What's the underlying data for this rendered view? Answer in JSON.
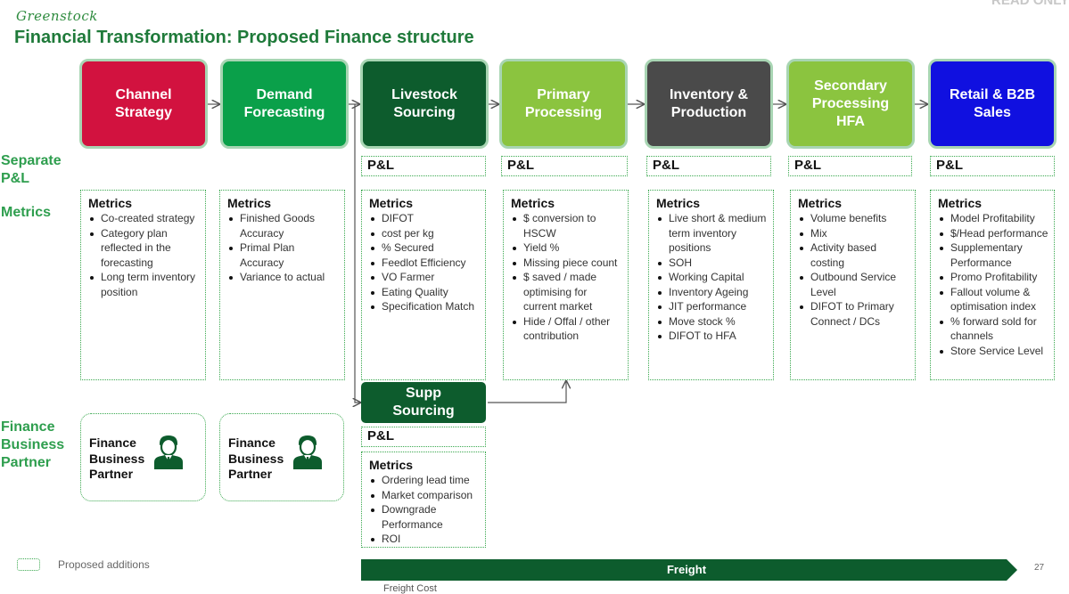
{
  "brand": "Greenstock",
  "readonly": "READ ONLY",
  "title": "Financial Transformation: Proposed Finance structure",
  "row_labels": {
    "separate_pl": "Separate\nP&L",
    "metrics": "Metrics",
    "finance_partner": "Finance\nBusiness\nPartner"
  },
  "colors": {
    "channel": "#d2123f",
    "demand": "#0aa04a",
    "livestock": "#0d5c2d",
    "primary": "#8bc43f",
    "inventory": "#4a4a4a",
    "secondary": "#8bc43f",
    "retail": "#1010e0",
    "supp": "#0d5c2d",
    "freight": "#0d5c2d",
    "dotted": "#3aa84f"
  },
  "stages": [
    {
      "id": "channel",
      "label": "Channel\nStrategy"
    },
    {
      "id": "demand",
      "label": "Demand\nForecasting"
    },
    {
      "id": "livestock",
      "label": "Livestock\nSourcing"
    },
    {
      "id": "primary",
      "label": "Primary\nProcessing"
    },
    {
      "id": "inventory",
      "label": "Inventory &\nProduction"
    },
    {
      "id": "secondary",
      "label": "Secondary\nProcessing\nHFA"
    },
    {
      "id": "retail",
      "label": "Retail & B2B\nSales"
    }
  ],
  "pl_label": "P&L",
  "metrics_heading": "Metrics",
  "metrics": {
    "channel": [
      "Co-created strategy",
      "Category plan reflected in the forecasting",
      "Long term inventory position"
    ],
    "demand": [
      "Finished Goods Accuracy",
      "Primal Plan Accuracy",
      "Variance to actual"
    ],
    "livestock": [
      "DIFOT",
      "cost per kg",
      "% Secured",
      "Feedlot Efficiency",
      "VO Farmer",
      "Eating Quality",
      "Specification Match"
    ],
    "primary": [
      "$ conversion to HSCW",
      "Yield %",
      "Missing piece count",
      "$ saved / made optimising for current market",
      "Hide / Offal / other contribution"
    ],
    "inventory": [
      "Live short & medium term inventory positions",
      "SOH",
      "Working Capital",
      "Inventory Ageing",
      "JIT performance",
      "Move stock %",
      "DIFOT to HFA"
    ],
    "secondary": [
      "Volume benefits",
      "Mix",
      "Activity based costing",
      "Outbound Service Level",
      "DIFOT to Primary Connect / DCs"
    ],
    "retail": [
      "Model Profitability",
      "$/Head performance",
      "Supplementary Performance",
      "Promo Profitability",
      "Fallout volume & optimisation index",
      "% forward sold for channels",
      "Store Service Level"
    ],
    "supp": [
      "Ordering lead time",
      "Market comparison",
      "Downgrade Performance",
      "ROI"
    ]
  },
  "supp_sourcing": {
    "label": "Supp\nSourcing"
  },
  "finance_partner_card": "Finance\nBusiness\nPartner",
  "icons": {
    "partner": "business-person-icon"
  },
  "legend": "Proposed additions",
  "freight": "Freight",
  "cutoff_text": "Freight Cost",
  "page_number": "27"
}
